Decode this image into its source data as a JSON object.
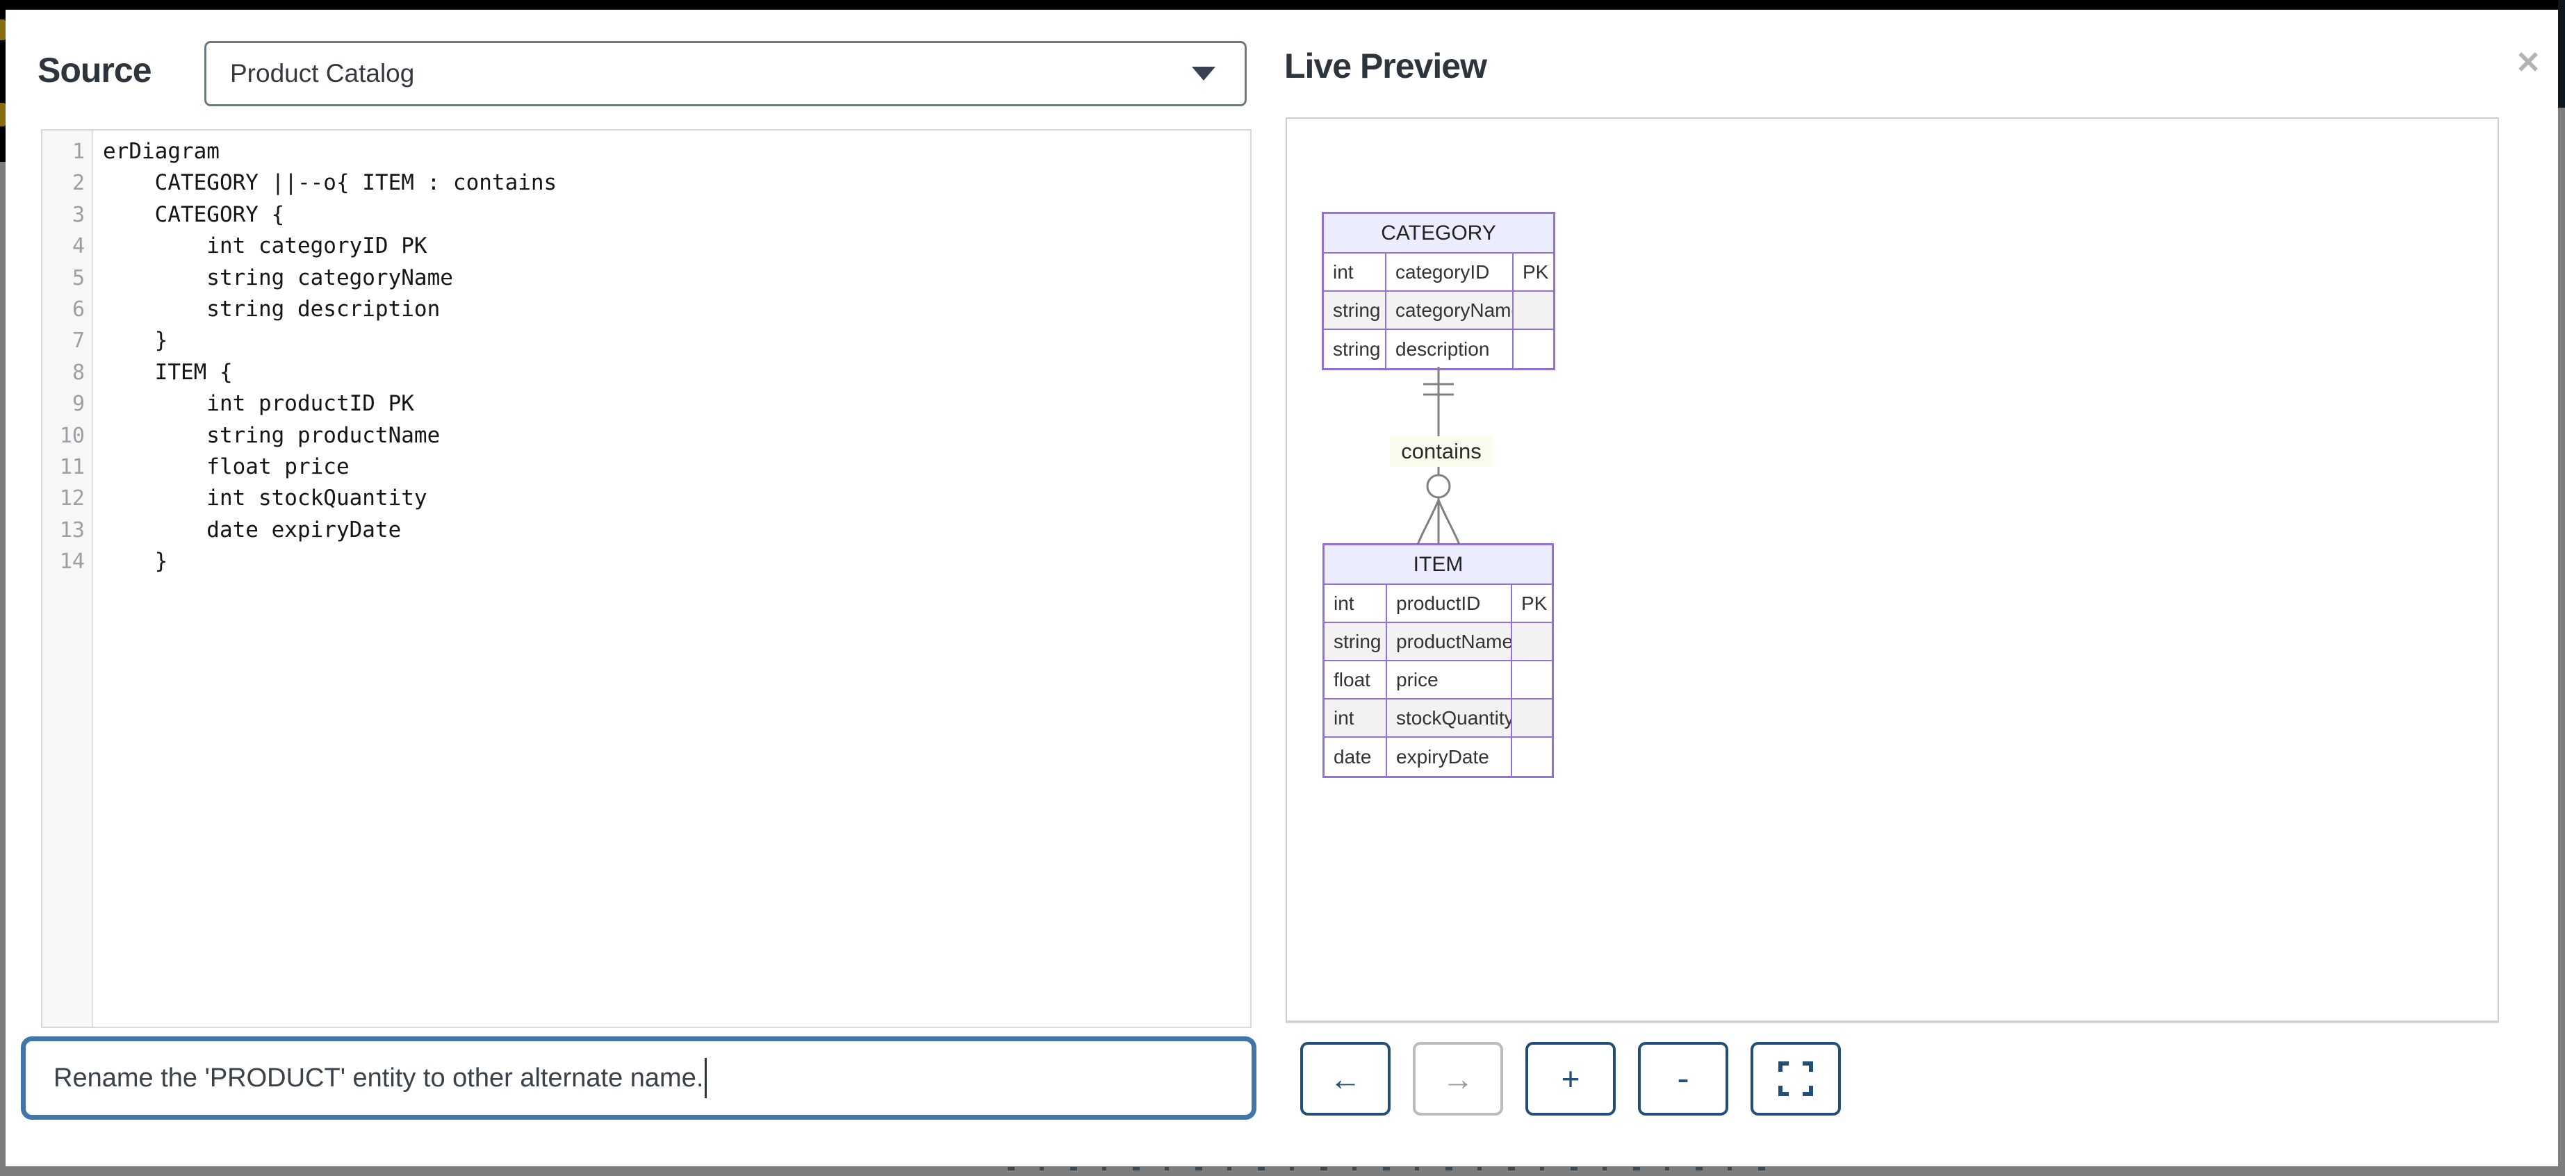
{
  "source_panel": {
    "title": "Source",
    "diagram_select": {
      "value": "Product Catalog"
    },
    "code_editor": {
      "lines": [
        "erDiagram",
        "    CATEGORY ||--o{ ITEM : contains",
        "    CATEGORY {",
        "        int categoryID PK",
        "        string categoryName",
        "        string description",
        "    }",
        "    ITEM {",
        "        int productID PK",
        "        string productName",
        "        float price",
        "        int stockQuantity",
        "        date expiryDate",
        "    }"
      ]
    },
    "prompt_input": {
      "value": "Rename the 'PRODUCT' entity to other alternate name."
    }
  },
  "preview_panel": {
    "title": "Live Preview",
    "close_label": "✕",
    "diagram": {
      "type": "er-diagram",
      "entities": [
        {
          "name": "CATEGORY",
          "attributes": [
            {
              "type": "int",
              "name": "categoryID",
              "key": "PK"
            },
            {
              "type": "string",
              "name": "categoryName",
              "key": ""
            },
            {
              "type": "string",
              "name": "description",
              "key": ""
            }
          ]
        },
        {
          "name": "ITEM",
          "attributes": [
            {
              "type": "int",
              "name": "productID",
              "key": "PK"
            },
            {
              "type": "string",
              "name": "productName",
              "key": ""
            },
            {
              "type": "float",
              "name": "price",
              "key": ""
            },
            {
              "type": "int",
              "name": "stockQuantity",
              "key": ""
            },
            {
              "type": "date",
              "name": "expiryDate",
              "key": ""
            }
          ]
        }
      ],
      "relationships": [
        {
          "from": "CATEGORY",
          "to": "ITEM",
          "label": "contains",
          "cardinality": "||--o{"
        }
      ]
    },
    "toolbar": {
      "undo_label": "←",
      "redo_label": "→",
      "zoom_in_label": "+",
      "zoom_out_label": "-",
      "fit_icon": "fullscreen-icon"
    }
  },
  "colors": {
    "entity_header_bg": "#ECECFF",
    "entity_border": "#9370DB",
    "row_alt_bg": "#f2f2f2",
    "relation_line": "#808080",
    "relation_label_bg": "#fbfbee",
    "input_focus_border": "#4076a8",
    "button_border": "#234f77",
    "button_disabled": "#bcbcbc"
  }
}
